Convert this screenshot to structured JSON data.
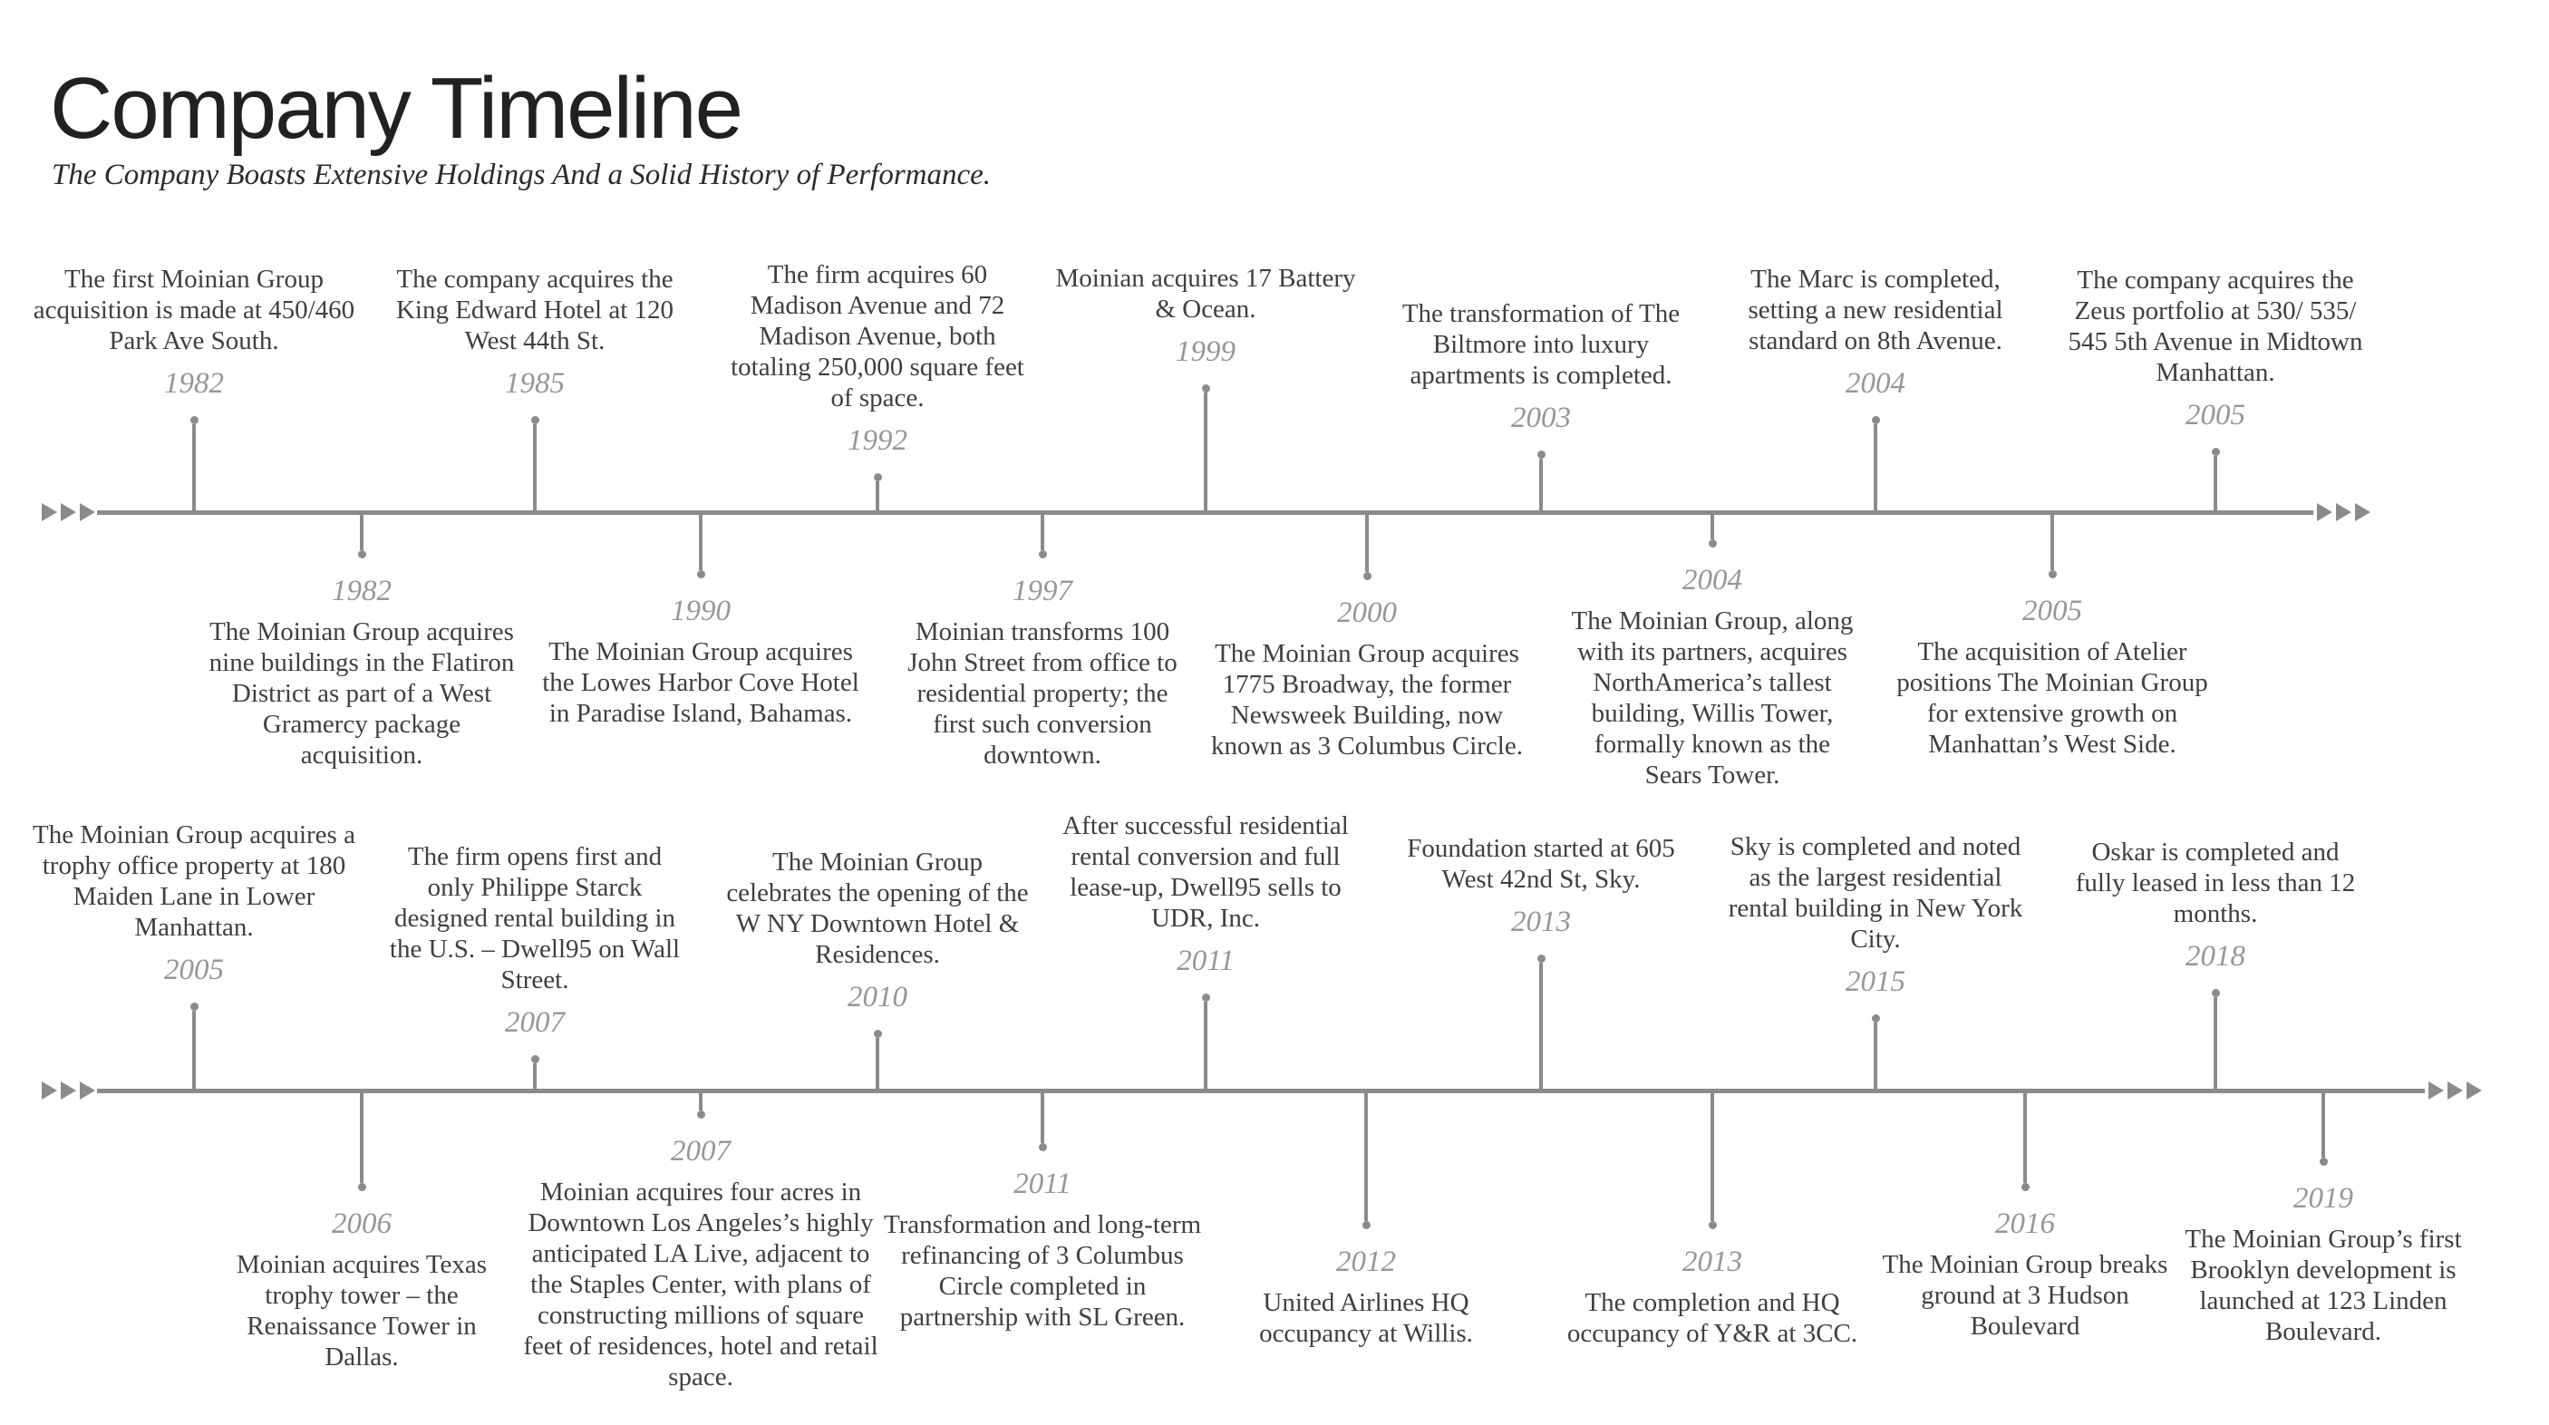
{
  "header": {
    "title": "Company Timeline",
    "subtitle": "The Company Boasts Extensive Holdings And a Solid History of Performance."
  },
  "colors": {
    "line": "#8b8b8b",
    "year_text": "#979797",
    "event_text": "#3f3f3f"
  },
  "icons": {
    "axis_end": "triple-right-chevron"
  },
  "timelines": [
    {
      "top_events": [
        {
          "year": "1982",
          "text": "The first Moinian Group acquisition is made at 450/460 Park Ave South."
        },
        {
          "year": "1985",
          "text": "The company acquires the King Edward Hotel at 120 West 44th St."
        },
        {
          "year": "1992",
          "text": "The firm acquires 60 Madison Avenue and 72 Madison Avenue, both totaling 250,000 square feet of space."
        },
        {
          "year": "1999",
          "text": "Moinian acquires 17 Battery & Ocean."
        },
        {
          "year": "2003",
          "text": "The transformation of The Biltmore into luxury apartments is completed."
        },
        {
          "year": "2004",
          "text": "The Marc is completed, setting a new residential standard on 8th Avenue."
        },
        {
          "year": "2005",
          "text": "The company acquires the Zeus portfolio at 530/ 535/ 545 5th Avenue in Midtown Manhattan."
        }
      ],
      "bottom_events": [
        {
          "year": "1982",
          "text": "The Moinian Group acquires nine buildings in the Flatiron District as part of a West Gramercy package acquisition."
        },
        {
          "year": "1990",
          "text": "The Moinian Group acquires the Lowes Harbor Cove Hotel in Paradise Island, Bahamas."
        },
        {
          "year": "1997",
          "text": "Moinian transforms 100 John Street from office to residential property; the first such conversion downtown."
        },
        {
          "year": "2000",
          "text": "The Moinian Group acquires 1775 Broadway, the former Newsweek Building, now known as 3 Columbus Circle."
        },
        {
          "year": "2004",
          "text": "The Moinian Group, along with its partners, acquires NorthAmerica’s tallest building, Willis Tower, formally known as the Sears Tower."
        },
        {
          "year": "2005",
          "text": "The acquisition of Atelier positions The Moinian Group for extensive growth on Manhattan’s West Side."
        }
      ]
    },
    {
      "top_events": [
        {
          "year": "2005",
          "text": "The Moinian Group acquires a trophy office property at 180 Maiden Lane in Lower Manhattan."
        },
        {
          "year": "2007",
          "text": "The firm opens first and only Philippe Starck designed rental building in the U.S. – Dwell95 on Wall Street."
        },
        {
          "year": "2010",
          "text": "The Moinian Group celebrates the opening of the W NY Downtown Hotel & Residences."
        },
        {
          "year": "2011",
          "text": "After successful residential rental conversion and full lease-up, Dwell95 sells to UDR, Inc."
        },
        {
          "year": "2013",
          "text": "Foundation started at 605 West 42nd St, Sky."
        },
        {
          "year": "2015",
          "text": "Sky is completed and noted as the largest residential rental building in New York City."
        },
        {
          "year": "2018",
          "text": "Oskar is completed and fully leased in less than 12 months."
        }
      ],
      "bottom_events": [
        {
          "year": "2006",
          "text": "Moinian acquires Texas trophy tower – the Renaissance Tower in Dallas."
        },
        {
          "year": "2007",
          "text": "Moinian acquires four acres in Downtown Los Angeles’s highly anticipated LA Live, adjacent to the Staples Center, with plans of constructing millions of square feet of residences, hotel and retail space."
        },
        {
          "year": "2011",
          "text": "Transformation and long-term refinancing of 3 Columbus Circle completed in partnership with SL Green."
        },
        {
          "year": "2012",
          "text": "United Airlines HQ occupancy at Willis."
        },
        {
          "year": "2013",
          "text": "The completion and HQ occupancy of Y&R at 3CC."
        },
        {
          "year": "2016",
          "text": "The Moinian Group breaks ground at 3 Hudson Boulevard"
        },
        {
          "year": "2019",
          "text": "The Moinian Group’s first Brooklyn development is launched at 123 Linden Boulevard."
        }
      ]
    }
  ]
}
